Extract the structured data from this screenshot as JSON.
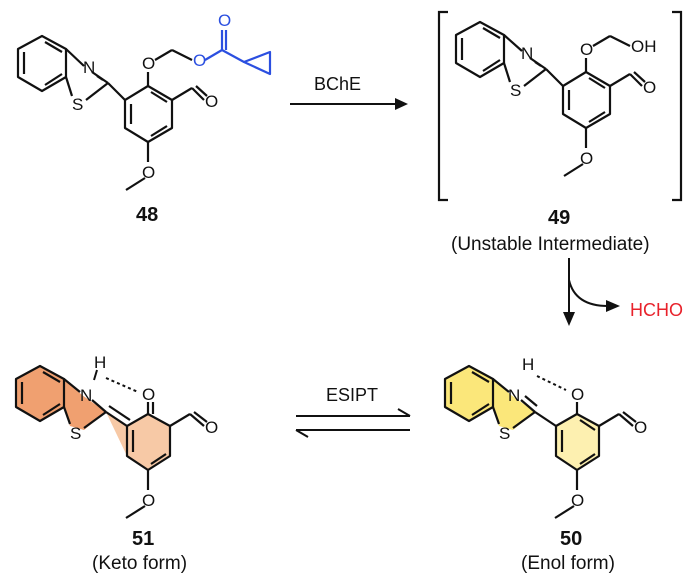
{
  "compounds": {
    "c48": {
      "number": "48"
    },
    "c49": {
      "number": "49",
      "caption": "(Unstable Intermediate)"
    },
    "c50": {
      "number": "50",
      "caption": "(Enol form)"
    },
    "c51": {
      "number": "51",
      "caption": "(Keto form)"
    }
  },
  "arrows": {
    "enzyme": "BChE",
    "byproduct": "HCHO",
    "equilibrium": "ESIPT"
  },
  "atoms": {
    "N": "N",
    "S": "S",
    "O": "O",
    "H": "H",
    "OH": "OH"
  },
  "colors": {
    "ester_blue": "#2b4fe0",
    "byproduct_red": "#e8222b",
    "keto_fill": "#f0a070",
    "enol_fill": "#fbe77a",
    "bond": "#111111"
  }
}
